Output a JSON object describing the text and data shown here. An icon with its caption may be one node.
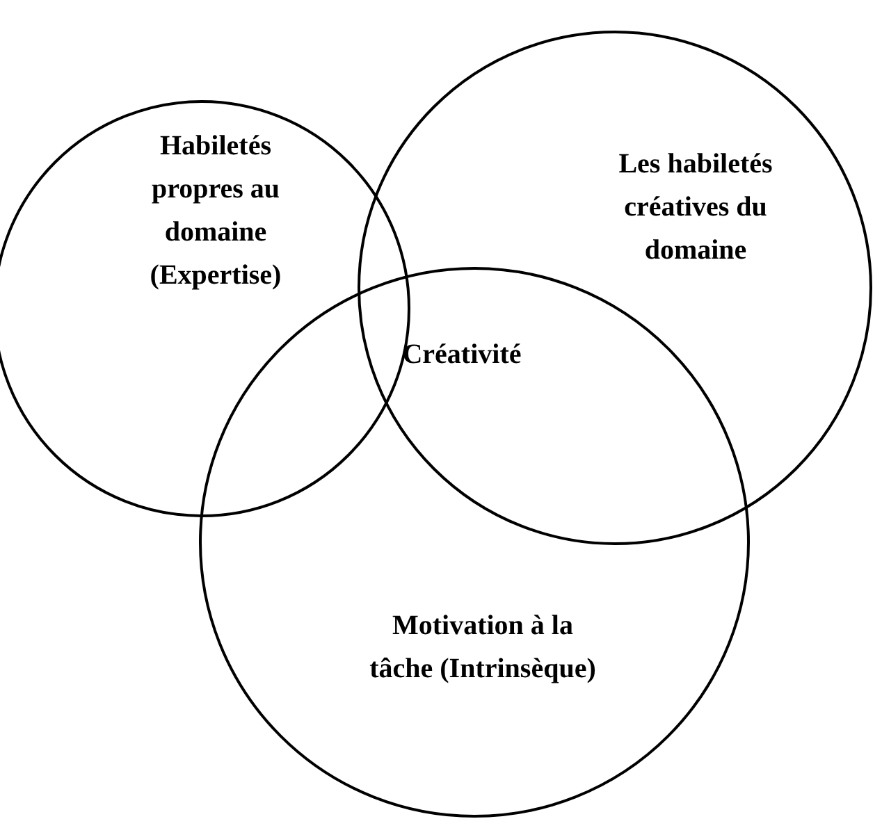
{
  "diagram": {
    "nodes": [
      {
        "text": [
          "Habiletés propres au domaine (Expertise)"
        ]
      },
      {
        "text": [
          "Les habiletés créatives du domaine"
        ]
      },
      {
        "text": [
          "Motivation à la tâche (Intrinsèque)"
        ]
      }
    ],
    "labels": [
      "Créativité"
    ]
  }
}
